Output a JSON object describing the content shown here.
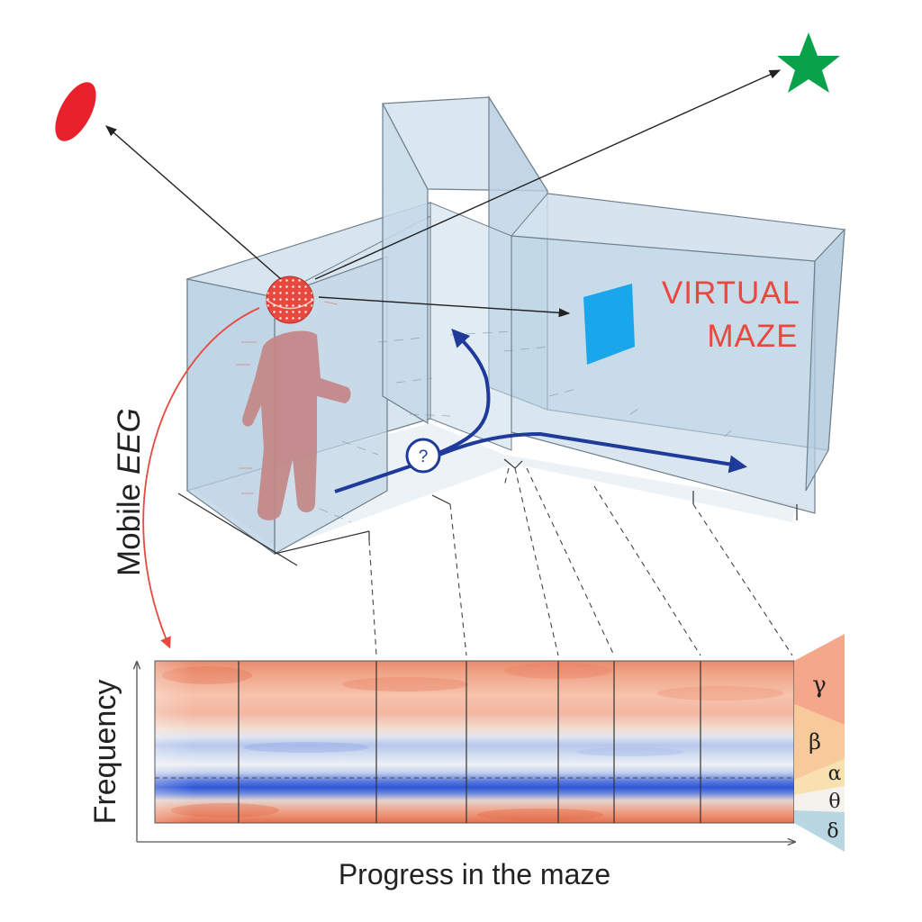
{
  "maze": {
    "label_line1": "VIRTUAL",
    "label_line2": "MAZE",
    "label_color": "#e8483e",
    "wall_fill": "#c9dcea",
    "wall_stroke": "#6f7f8c"
  },
  "decision_point": {
    "symbol": "?"
  },
  "eeg": {
    "label_main": "Mobile ",
    "label_italic": "EEG",
    "arrow_color": "#e8483e"
  },
  "targets": [
    {
      "name": "red-ellipse",
      "color": "#e8212b"
    },
    {
      "name": "green-star",
      "color": "#0aa14b"
    },
    {
      "name": "blue-landmark",
      "color": "#1aa6ea"
    }
  ],
  "path_color": "#1e3a9a",
  "spectrogram": {
    "xlabel": "Progress in the maze",
    "ylabel": "Frequency",
    "hot_color": "#e87a5c",
    "cold_color": "#2f56d6"
  },
  "bands": [
    {
      "symbol": "γ",
      "color": "#f4a78b"
    },
    {
      "symbol": "β",
      "color": "#f8c99a"
    },
    {
      "symbol": "α",
      "color": "#f8e0b0"
    },
    {
      "symbol": "θ",
      "color": "#f5f2ee"
    },
    {
      "symbol": "δ",
      "color": "#b9d6e3"
    }
  ]
}
